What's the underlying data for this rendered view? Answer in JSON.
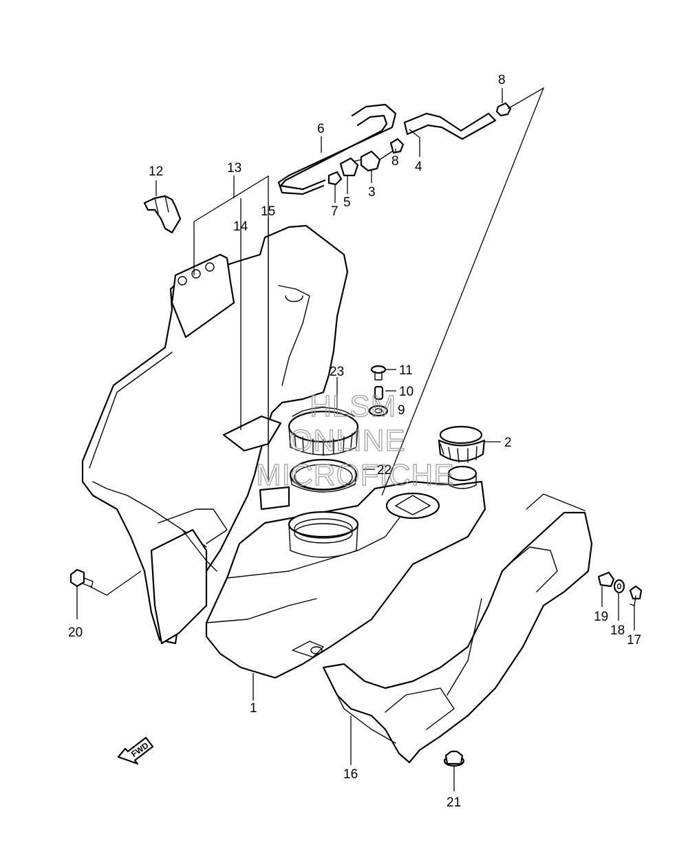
{
  "callouts": {
    "c1": "1",
    "c2": "2",
    "c3": "3",
    "c4": "4",
    "c5": "5",
    "c6": "6",
    "c7": "7",
    "c8a": "8",
    "c8b": "8",
    "c9": "9",
    "c10": "10",
    "c11": "11",
    "c12": "12",
    "c13": "13",
    "c14": "14",
    "c15": "15",
    "c16": "16",
    "c17": "17",
    "c18": "18",
    "c19": "19",
    "c20": "20",
    "c21": "21",
    "c22": "22",
    "c23": "23"
  },
  "watermark": {
    "line1": "HLSM",
    "line2": "ONLINE",
    "line3": "MICROFICHE"
  },
  "direction_arrow": {
    "label": "FWD"
  },
  "icons": {
    "direction_arrow": "fwd-arrow-icon"
  }
}
